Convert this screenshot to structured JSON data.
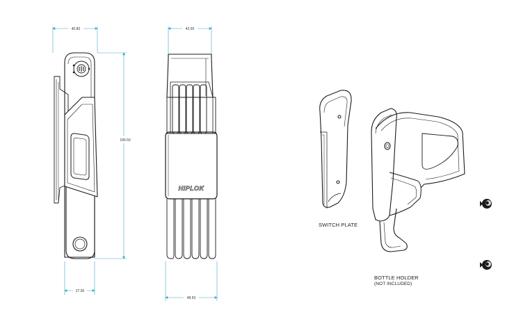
{
  "dimensions": {
    "width_top_left": "40.80",
    "width_top_right": "42.00",
    "height_left": "189.50",
    "width_bottom_left": "27.00",
    "width_bottom_right": "48.50"
  },
  "logo": {
    "text": "HIPLOK"
  },
  "labels": {
    "switch_plate": "SWITCH PLATE",
    "bottle_holder": "BOTTLE HOLDER",
    "not_included": "(NOT INCLUDED)"
  },
  "colors": {
    "outline": "#1a1a1a",
    "dimension": "#3aa6c9",
    "shade": "#d8d8d8"
  }
}
